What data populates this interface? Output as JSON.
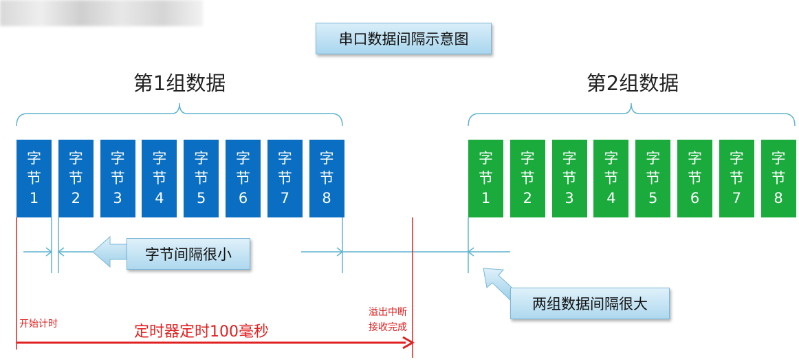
{
  "title": "串口数据间隔示意图",
  "groups": [
    {
      "label": "第1组数据",
      "color": "#0a6fc2",
      "bytes": [
        {
          "l1": "字",
          "l2": "节",
          "n": "1"
        },
        {
          "l1": "字",
          "l2": "节",
          "n": "2"
        },
        {
          "l1": "字",
          "l2": "节",
          "n": "3"
        },
        {
          "l1": "字",
          "l2": "节",
          "n": "4"
        },
        {
          "l1": "字",
          "l2": "节",
          "n": "5"
        },
        {
          "l1": "字",
          "l2": "节",
          "n": "6"
        },
        {
          "l1": "字",
          "l2": "节",
          "n": "7"
        },
        {
          "l1": "字",
          "l2": "节",
          "n": "8"
        }
      ]
    },
    {
      "label": "第2组数据",
      "color": "#1aab3c",
      "bytes": [
        {
          "l1": "字",
          "l2": "节",
          "n": "1"
        },
        {
          "l1": "字",
          "l2": "节",
          "n": "2"
        },
        {
          "l1": "字",
          "l2": "节",
          "n": "3"
        },
        {
          "l1": "字",
          "l2": "节",
          "n": "4"
        },
        {
          "l1": "字",
          "l2": "节",
          "n": "5"
        },
        {
          "l1": "字",
          "l2": "节",
          "n": "6"
        },
        {
          "l1": "字",
          "l2": "节",
          "n": "7"
        },
        {
          "l1": "字",
          "l2": "节",
          "n": "8"
        }
      ]
    }
  ],
  "callouts": {
    "small_gap": "字节间隔很小",
    "large_gap": "两组数据间隔很大"
  },
  "timer": {
    "start": "开始计时",
    "duration": "定时器定时100毫秒",
    "end_line1": "溢出中断",
    "end_line2": "接收完成"
  },
  "colors": {
    "line": "#5fb3cf",
    "red": "#e02020"
  }
}
